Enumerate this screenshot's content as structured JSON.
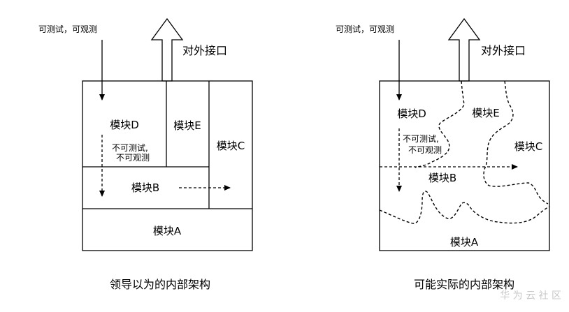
{
  "left_diagram": {
    "note_testable": "可测试，可观测",
    "external_interface": "对外接口",
    "module_d": "模块D",
    "module_e": "模块E",
    "module_c": "模块C",
    "module_b": "模块B",
    "module_a": "模块A",
    "note_untestable_line1": "不可测试,",
    "note_untestable_line2": "不可观测",
    "caption": "领导以为的内部架构"
  },
  "right_diagram": {
    "note_testable": "可测试，可观测",
    "external_interface": "对外接口",
    "module_d": "模块D",
    "module_e": "模块E",
    "module_c": "模块C",
    "module_b": "模块B",
    "module_a": "模块A",
    "note_untestable_line1": "不可测试,",
    "note_untestable_line2": "不可观测",
    "caption": "可能实际的内部架构"
  },
  "watermark": "华 为 云 社 区"
}
